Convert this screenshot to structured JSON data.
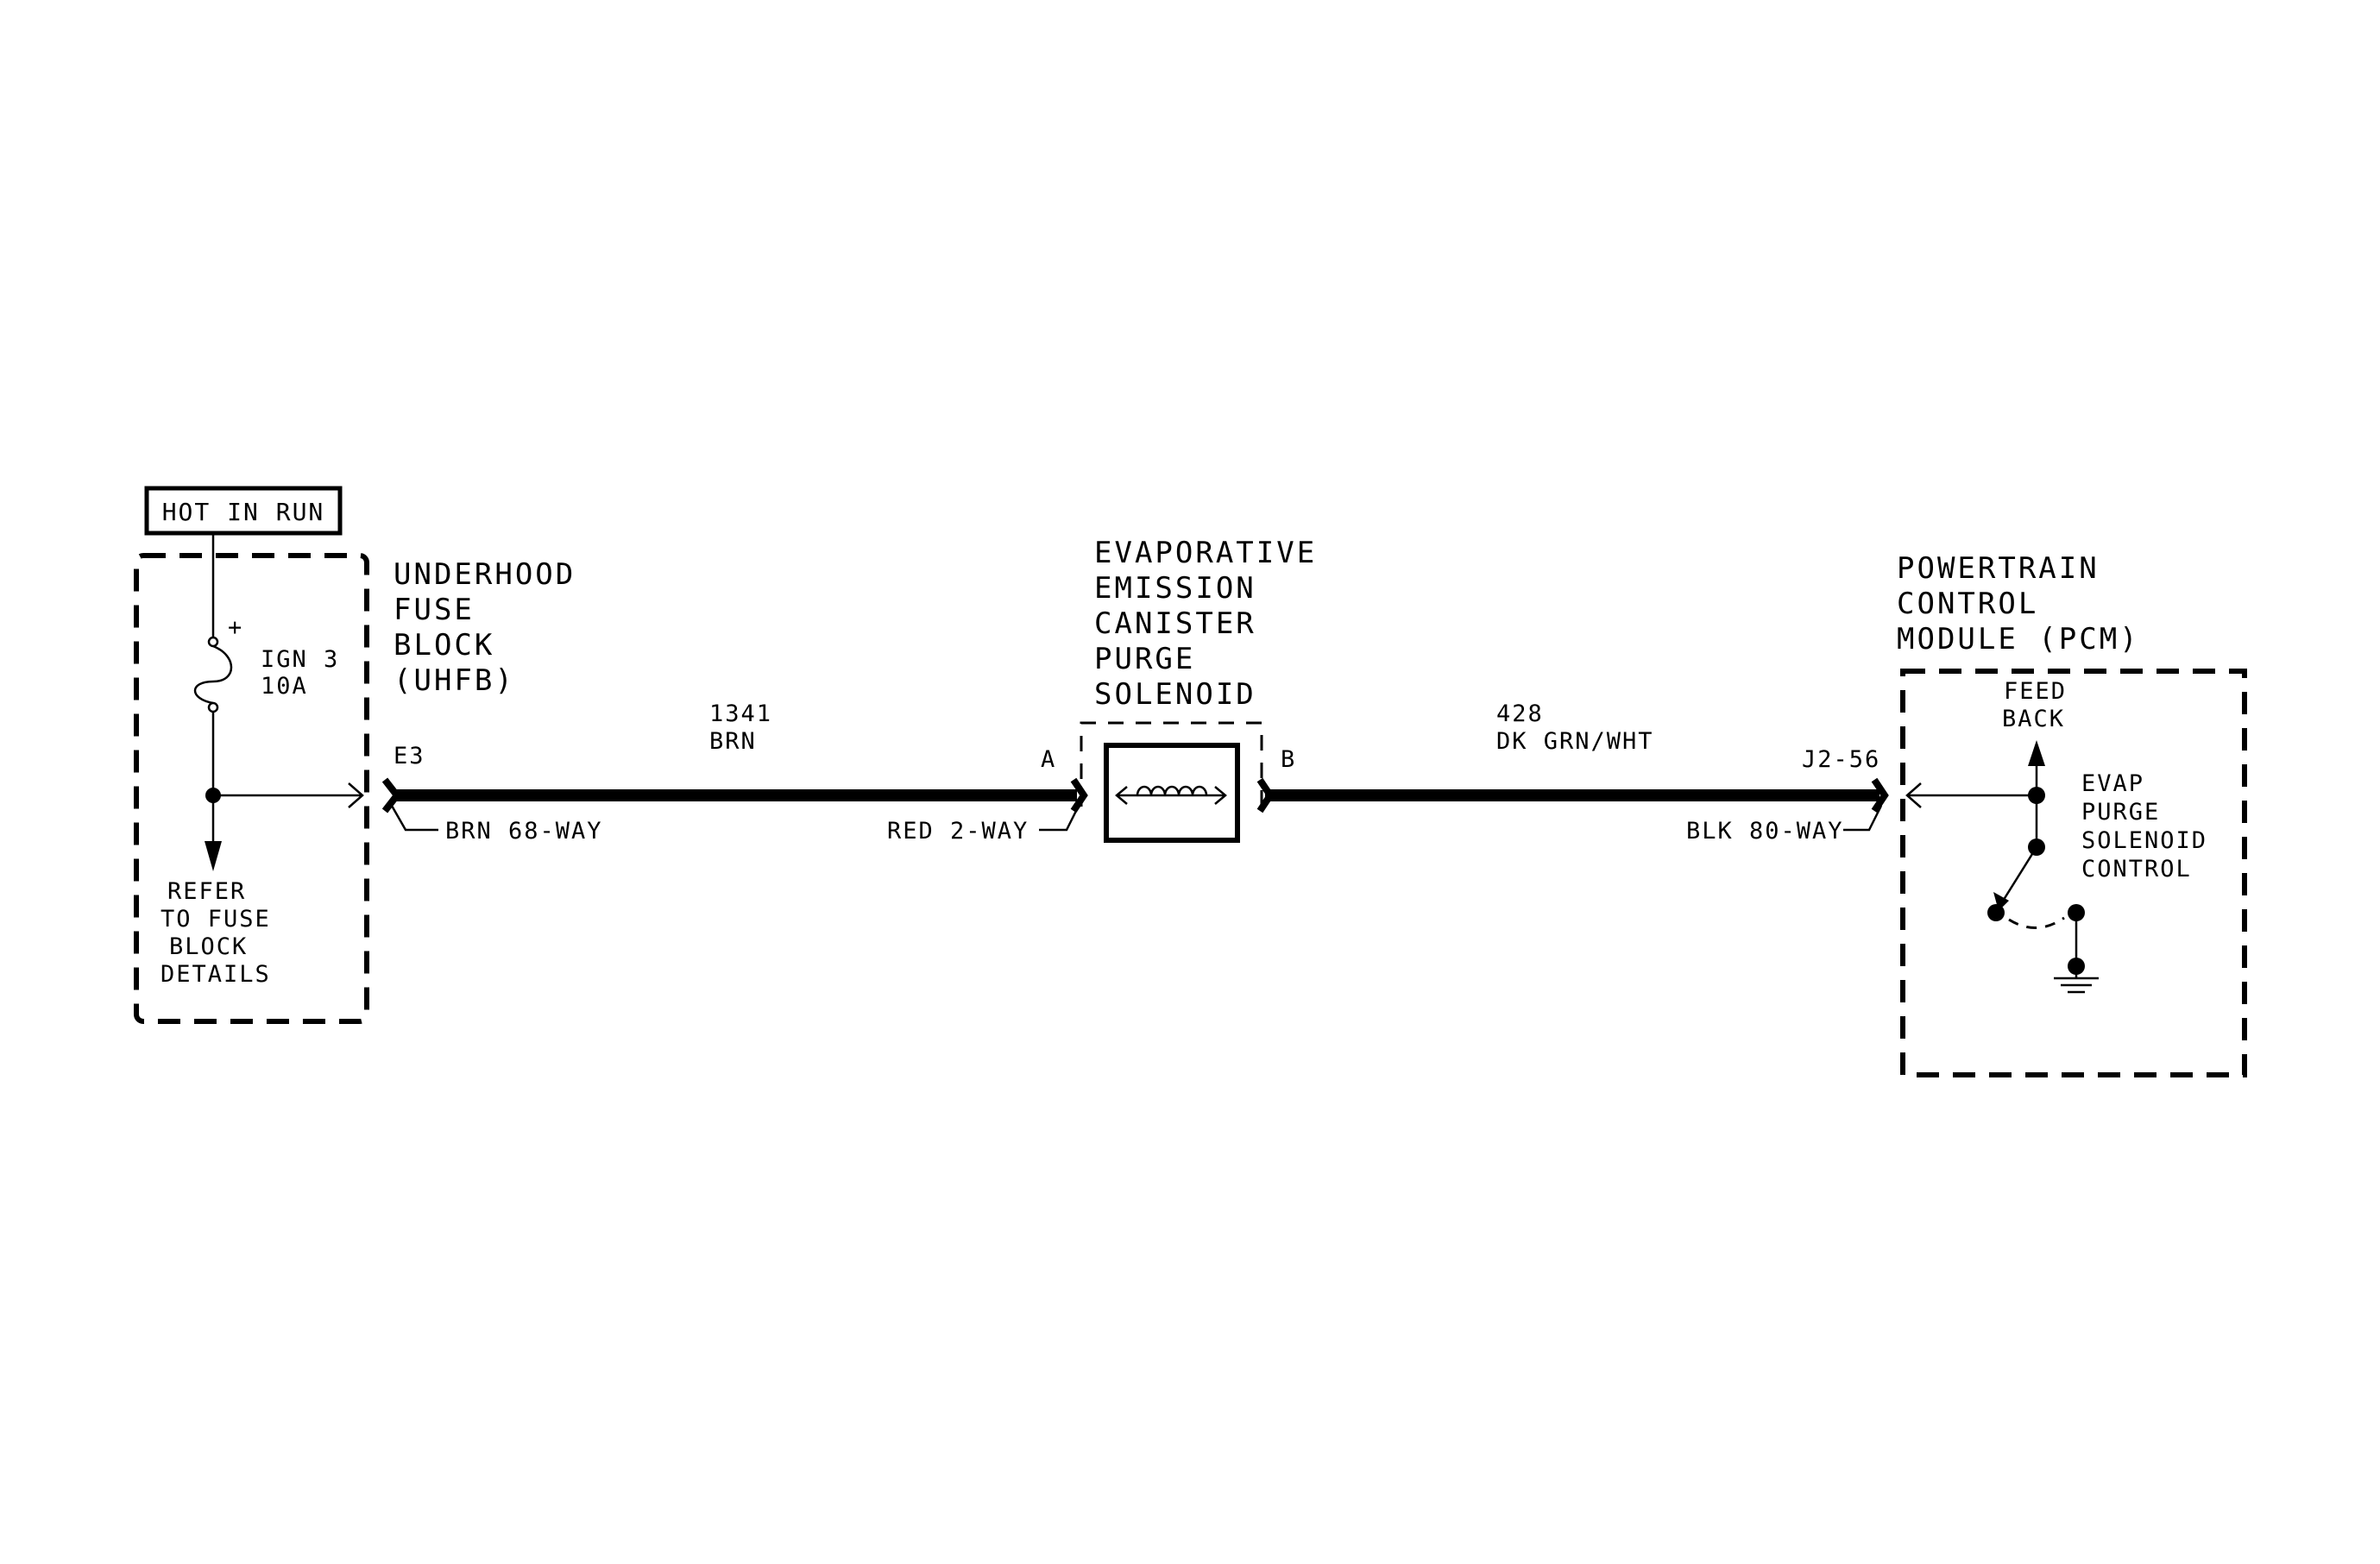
{
  "hot_in_run": "HOT IN RUN",
  "uhfb": {
    "line1": "UNDERHOOD",
    "line2": "FUSE",
    "line3": "BLOCK",
    "line4": "(UHFB)",
    "fuse_name": "IGN 3",
    "fuse_rating": "10A",
    "fuse_polarity": "+",
    "refer1": "REFER",
    "refer2": "TO FUSE",
    "refer3": "BLOCK",
    "refer4": "DETAILS",
    "pin": "E3",
    "connector": "BRN 68-WAY"
  },
  "wire1": {
    "circuit": "1341",
    "color": "BRN"
  },
  "solenoid": {
    "line1": "EVAPORATIVE",
    "line2": "EMISSION",
    "line3": "CANISTER",
    "line4": "PURGE",
    "line5": "SOLENOID",
    "pin_a": "A",
    "pin_b": "B",
    "connector": "RED 2-WAY"
  },
  "wire2": {
    "circuit": "428",
    "color": "DK GRN/WHT"
  },
  "pcm": {
    "line1": "POWERTRAIN",
    "line2": "CONTROL",
    "line3": "MODULE (PCM)",
    "pin": "J2-56",
    "connector": "BLK 80-WAY",
    "feedback1": "FEED",
    "feedback2": "BACK",
    "ctrl1": "EVAP",
    "ctrl2": "PURGE",
    "ctrl3": "SOLENOID",
    "ctrl4": "CONTROL"
  }
}
